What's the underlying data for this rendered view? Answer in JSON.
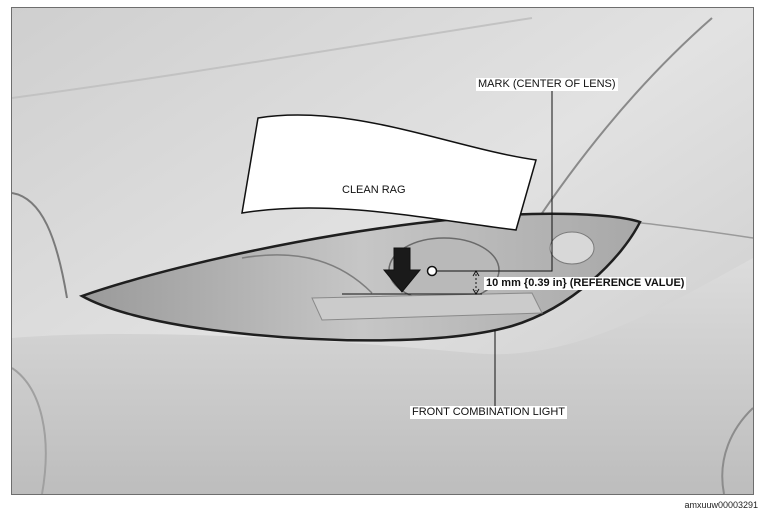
{
  "diagram": {
    "labels": {
      "mark": "MARK (CENTER OF LENS)",
      "rag": "CLEAN RAG",
      "dimension": "10 mm {0.39 in} (REFERENCE VALUE)",
      "light": "FRONT COMBINATION LIGHT"
    },
    "reference_id": "amxuuw00003291"
  }
}
